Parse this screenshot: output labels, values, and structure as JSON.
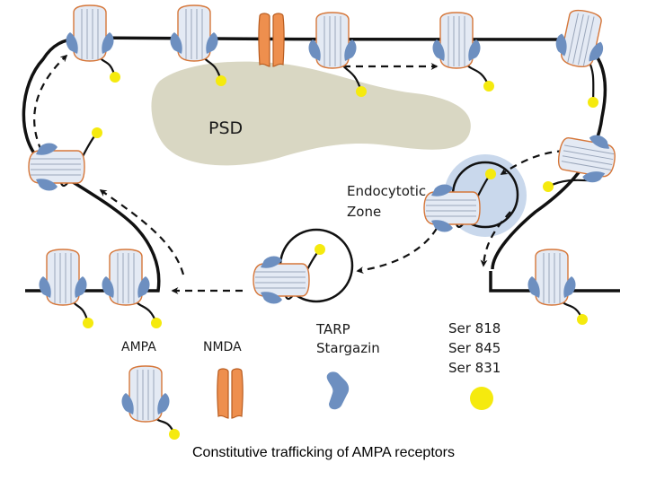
{
  "labels": {
    "psd": "PSD",
    "endocytotic_zone": [
      "Endocytotic",
      "Zone"
    ]
  },
  "legend": {
    "ampa": "AMPA",
    "nmda": "NMDA",
    "tarp": [
      "TARP",
      "Stargazin"
    ],
    "ser": [
      "Ser 818",
      "Ser 845",
      "Ser 831"
    ]
  },
  "caption": "Constitutive trafficking of AMPA receptors",
  "colors": {
    "receptor_fill": "#e4eaf4",
    "receptor_outline": "#d6773a",
    "tarp": "#6d8fc0",
    "nmda": "#ee8f4e",
    "psd": "#d9d7c3",
    "endocytotic_zone": "#c9d8ec",
    "phospho_site": "#f5ea0e",
    "membrane": "#111111"
  }
}
